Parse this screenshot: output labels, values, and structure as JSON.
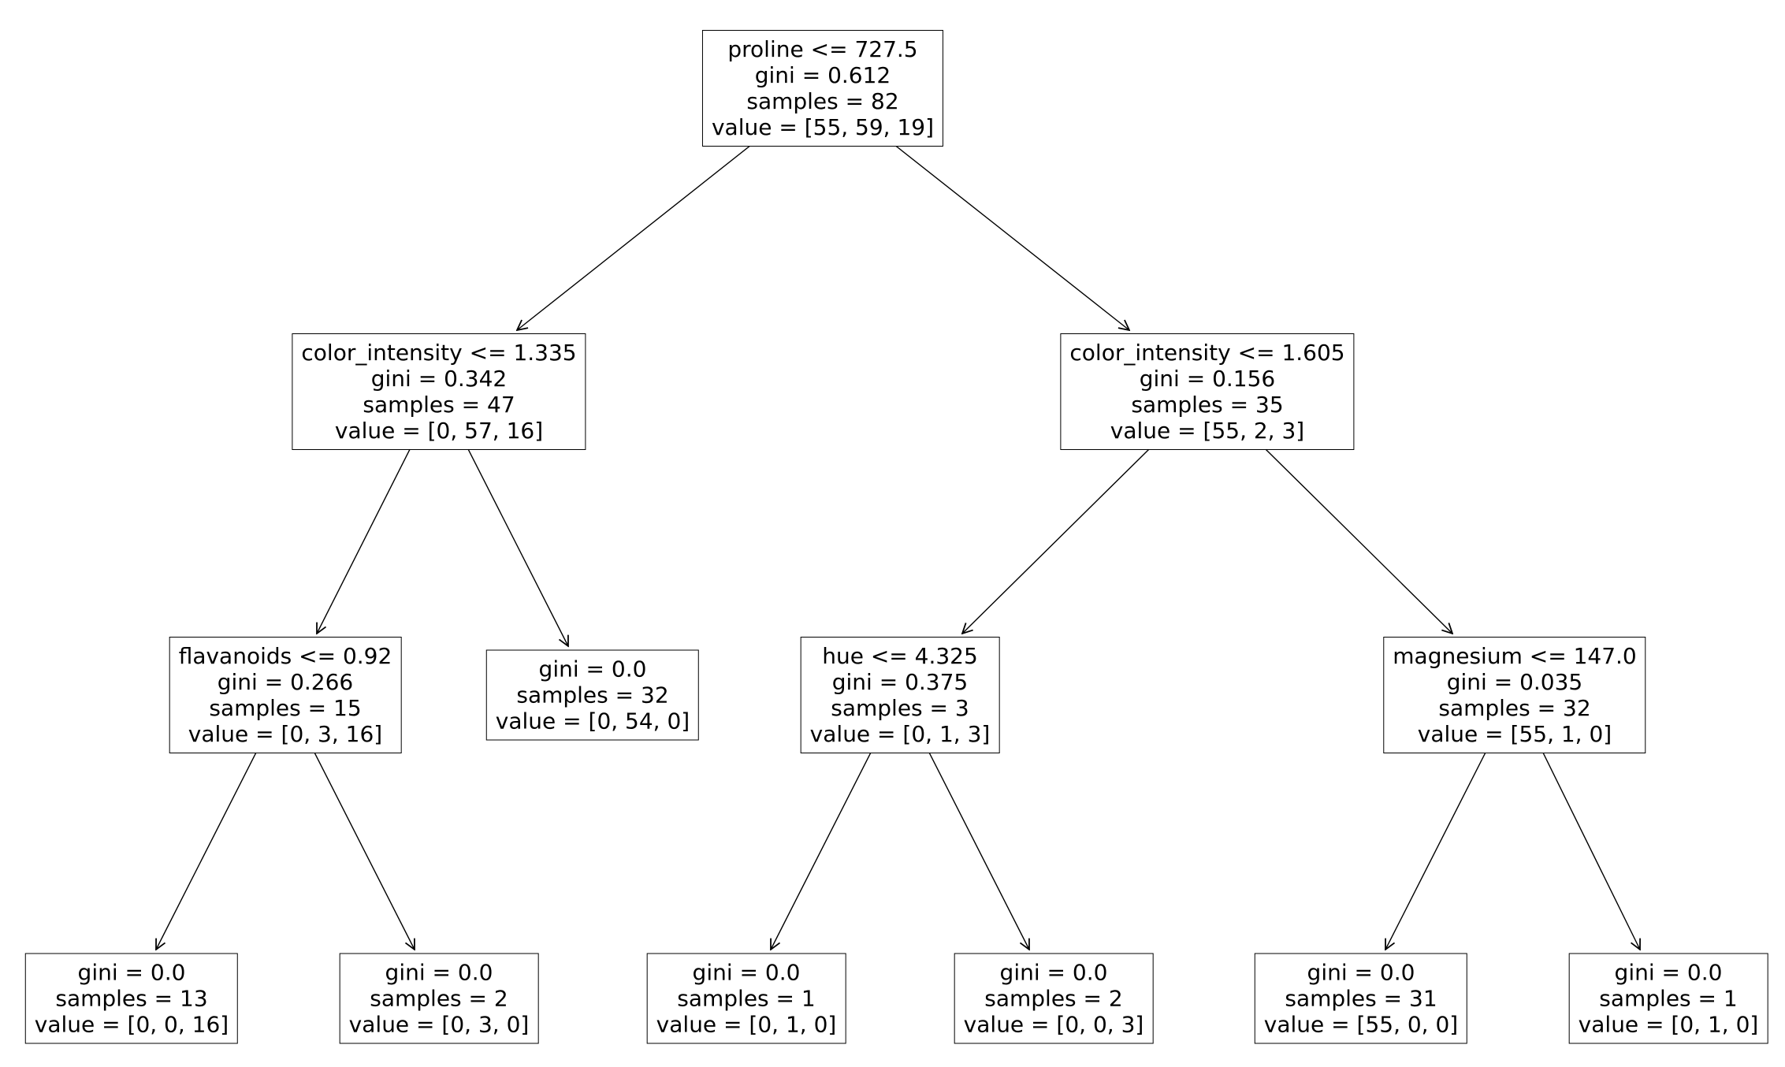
{
  "figure": {
    "type": "decision-tree-plot",
    "background_color": "#ffffff",
    "node_fill_color": "#ffffff",
    "node_border_color": "#000000",
    "edge_color": "#000000",
    "text_color": "#000000"
  },
  "tree": {
    "nodes": [
      {
        "id": "root",
        "depth": 0,
        "lines": [
          "proline <= 727.5",
          "gini = 0.612",
          "samples = 82",
          "value = [55, 59, 19]"
        ]
      },
      {
        "id": "left",
        "depth": 1,
        "lines": [
          "color_intensity <= 1.335",
          "gini = 0.342",
          "samples = 47",
          "value = [0, 57, 16]"
        ]
      },
      {
        "id": "right",
        "depth": 1,
        "lines": [
          "color_intensity <= 1.605",
          "gini = 0.156",
          "samples = 35",
          "value = [55, 2, 3]"
        ]
      },
      {
        "id": "left-left",
        "depth": 2,
        "lines": [
          "flavanoids <= 0.92",
          "gini = 0.266",
          "samples = 15",
          "value = [0, 3, 16]"
        ]
      },
      {
        "id": "left-right",
        "depth": 2,
        "lines": [
          "gini = 0.0",
          "samples = 32",
          "value = [0, 54, 0]"
        ]
      },
      {
        "id": "right-left",
        "depth": 2,
        "lines": [
          "hue <= 4.325",
          "gini = 0.375",
          "samples = 3",
          "value = [0, 1, 3]"
        ]
      },
      {
        "id": "right-right",
        "depth": 2,
        "lines": [
          "magnesium <= 147.0",
          "gini = 0.035",
          "samples = 32",
          "value = [55, 1, 0]"
        ]
      },
      {
        "id": "leaf-1",
        "depth": 3,
        "lines": [
          "gini = 0.0",
          "samples = 13",
          "value = [0, 0, 16]"
        ]
      },
      {
        "id": "leaf-2",
        "depth": 3,
        "lines": [
          "gini = 0.0",
          "samples = 2",
          "value = [0, 3, 0]"
        ]
      },
      {
        "id": "leaf-3",
        "depth": 3,
        "lines": [
          "gini = 0.0",
          "samples = 1",
          "value = [0, 1, 0]"
        ]
      },
      {
        "id": "leaf-4",
        "depth": 3,
        "lines": [
          "gini = 0.0",
          "samples = 2",
          "value = [0, 0, 3]"
        ]
      },
      {
        "id": "leaf-5",
        "depth": 3,
        "lines": [
          "gini = 0.0",
          "samples = 31",
          "value = [55, 0, 0]"
        ]
      },
      {
        "id": "leaf-6",
        "depth": 3,
        "lines": [
          "gini = 0.0",
          "samples = 1",
          "value = [0, 1, 0]"
        ]
      }
    ],
    "edges": [
      [
        "root",
        "left"
      ],
      [
        "root",
        "right"
      ],
      [
        "left",
        "left-left"
      ],
      [
        "left",
        "left-right"
      ],
      [
        "right",
        "right-left"
      ],
      [
        "right",
        "right-right"
      ],
      [
        "left-left",
        "leaf-1"
      ],
      [
        "left-left",
        "leaf-2"
      ],
      [
        "right-left",
        "leaf-3"
      ],
      [
        "right-left",
        "leaf-4"
      ],
      [
        "right-right",
        "leaf-5"
      ],
      [
        "right-right",
        "leaf-6"
      ]
    ]
  }
}
